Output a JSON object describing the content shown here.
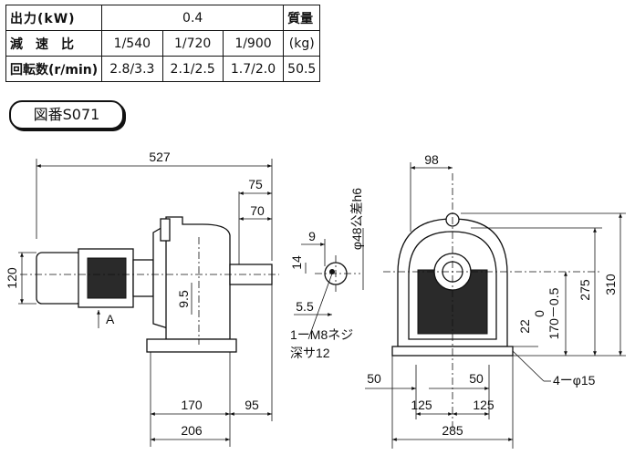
{
  "spec_table": {
    "output_label": "出力(kW)",
    "output_value": "0.4",
    "ratio_label": "減速比",
    "ratios": [
      "1/540",
      "1/720",
      "1/900"
    ],
    "rpm_label": "回転数(r/min)",
    "rpms": [
      "2.8/3.3",
      "2.1/2.5",
      "1.7/2.0"
    ],
    "mass_label": "質量",
    "mass_unit": "(kg)",
    "mass_value": "50.5"
  },
  "drawing_number": "図番S071",
  "side_view": {
    "overall_length": "527",
    "shaft_extension": "75",
    "shaft_length": "70",
    "motor_height": "120",
    "foot_height": "9.5",
    "base_length": "170",
    "base_length_total": "206",
    "base_to_shaft_end": "95",
    "view_arrow": "A"
  },
  "shaft_detail": {
    "shaft_dia": "φ48公差h6",
    "key_width": "9",
    "key_depth": "14",
    "tap_offset": "5.5",
    "tap_note_line1": "1ーM8ネジ",
    "tap_note_line2": "深サ12"
  },
  "front_view": {
    "top_width": "98",
    "overall_height": "310",
    "shaft_center_height": "275",
    "center_tolerance": "0",
    "center_tolerance_value": "170－0.5",
    "foot_thickness": "22",
    "mount_left": "50",
    "mount_right": "50",
    "mount_pitch_left": "125",
    "mount_pitch_right": "125",
    "base_width": "285",
    "mount_holes": "4ーφ15"
  },
  "colors": {
    "line": "#111111",
    "background": "#ffffff"
  }
}
